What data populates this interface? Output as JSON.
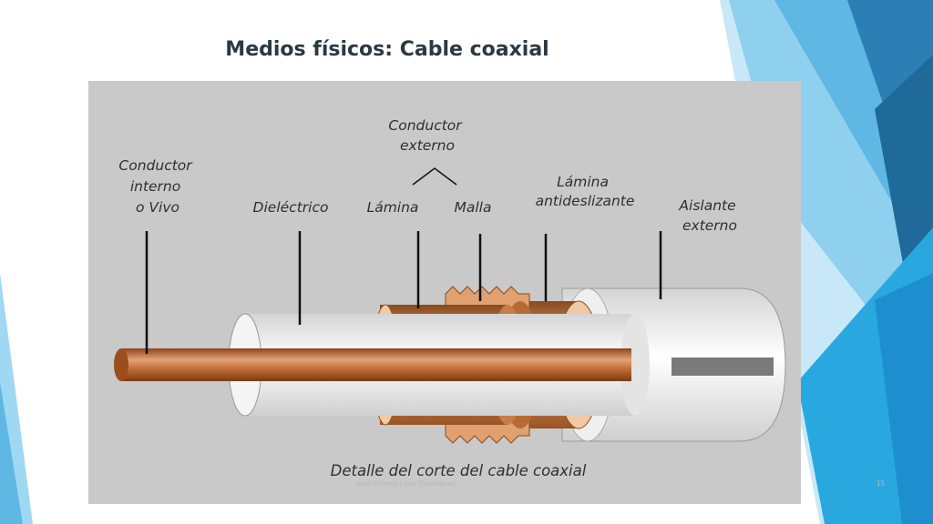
{
  "slide": {
    "title": "Medios físicos: Cable coaxial",
    "footer_author": "José Ernesto Luna Domínguez",
    "page_number": "15"
  },
  "figure": {
    "labels": {
      "conductor_interno": [
        "Conductor",
        "interno",
        "o Vivo"
      ],
      "dielectrico": "Dieléctrico",
      "conductor_externo": [
        "Conductor",
        "externo"
      ],
      "lamina": "Lámina",
      "malla": "Malla",
      "lamina_antideslizante": [
        "Lámina",
        "antideslizante"
      ],
      "aislante_externo": [
        "Aislante",
        "externo"
      ]
    },
    "caption": "Detalle del corte  del cable coaxial"
  },
  "colors": {
    "accent_blue": "#29a8e0",
    "dark_blue": "#1f6a99",
    "copper": "#c8723a",
    "figure_bg": "#c9c9c9"
  }
}
